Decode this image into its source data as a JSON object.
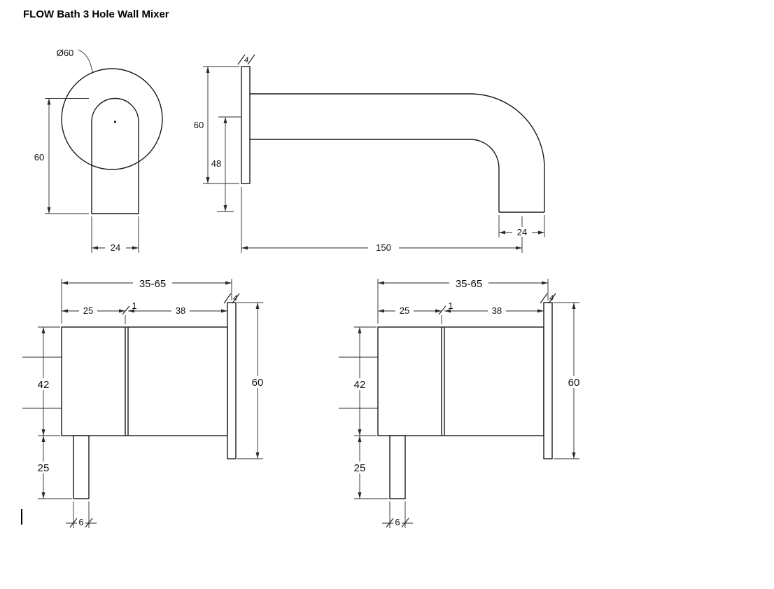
{
  "document": {
    "title": "FLOW Bath 3 Hole Wall Mixer"
  },
  "drawing": {
    "line_color": "#1a1a1a",
    "views": {
      "spout_front": {
        "dims": {
          "diameter": "Ø60",
          "height": "60",
          "spout_width": "24"
        }
      },
      "spout_side": {
        "dims": {
          "plate_thickness": "4",
          "plate_height": "60",
          "outlet_drop": "48",
          "reach": "150",
          "outlet_width": "24"
        }
      },
      "mixer_left": {
        "dims": {
          "depth_range": "35-65",
          "handle_depth": "25",
          "gap": "1",
          "body_depth": "38",
          "plate_thickness": "4",
          "body_height": "42",
          "plate_height": "60",
          "handle_length": "25",
          "stem_width": "6"
        }
      },
      "mixer_right": {
        "dims": {
          "depth_range": "35-65",
          "handle_depth": "25",
          "gap": "1",
          "body_depth": "38",
          "plate_thickness": "4",
          "body_height": "42",
          "plate_height": "60",
          "handle_length": "25",
          "stem_width": "6"
        }
      }
    }
  }
}
